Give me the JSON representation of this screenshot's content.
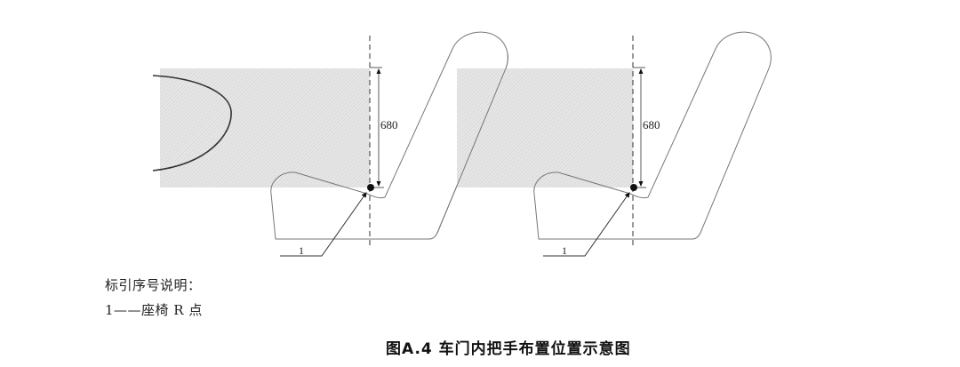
{
  "figure": {
    "caption": "图A.4 车门内把手布置位置示意图",
    "panels": [
      {
        "id": "left",
        "dimension_label": "680",
        "reference_number": "1"
      },
      {
        "id": "right",
        "dimension_label": "680",
        "reference_number": "1"
      }
    ]
  },
  "legend": {
    "title": "标引序号说明：",
    "items": [
      {
        "number": "1",
        "text": "1——座椅 R 点"
      }
    ]
  },
  "colors": {
    "hatch_fill": "#e4e4e4",
    "hatch_line": "#c8c8c8",
    "outline": "#777777",
    "door_curve": "#333333",
    "marker": "#111111"
  }
}
